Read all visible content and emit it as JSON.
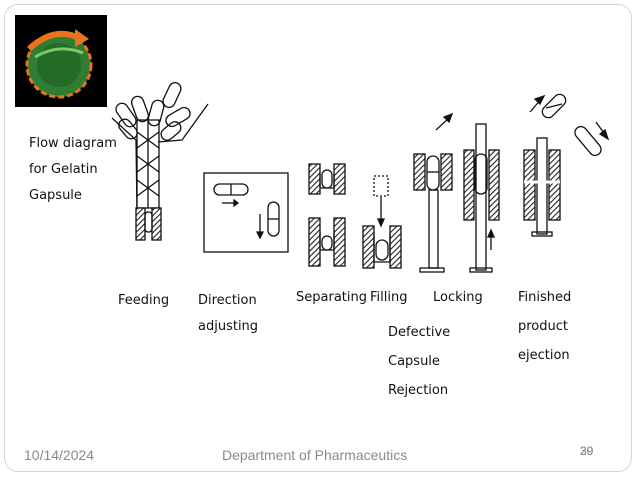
{
  "slide": {
    "intro_lines": [
      "Flow diagram",
      "for Gelatin",
      "Gapsule"
    ],
    "stages": {
      "feeding": [
        "Feeding"
      ],
      "direction": [
        "Direction",
        "adjusting"
      ],
      "separating": [
        "Separating"
      ],
      "filling": [
        "Filling"
      ],
      "locking": [
        "Locking"
      ],
      "defective": [
        "Defective",
        "Capsule",
        "Rejection"
      ],
      "finished": [
        "Finished",
        "product",
        "ejection"
      ]
    },
    "footer": {
      "date": "10/14/2024",
      "department": "Department of Pharmaceutics",
      "page_a": "30",
      "page_b": "29"
    },
    "colors": {
      "logo_bg": "#000000",
      "logo_green": "#2f7d32",
      "logo_orange": "#e8741e",
      "ink": "#111111",
      "footer_text": "#8a8a8a"
    }
  }
}
